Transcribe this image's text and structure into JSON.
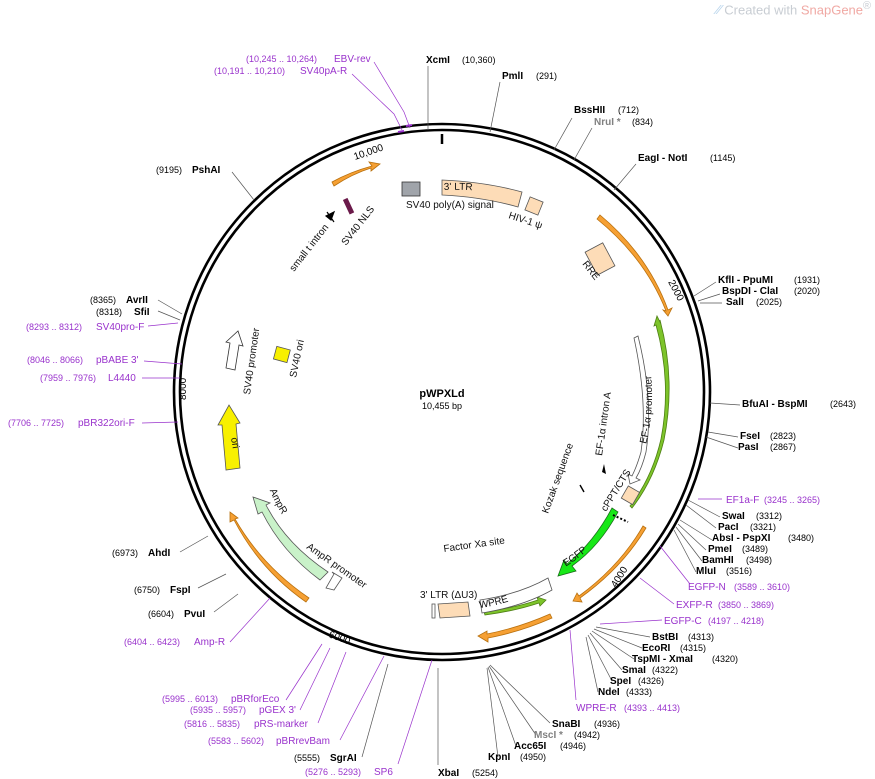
{
  "watermark": {
    "prefix": "Created with ",
    "brand": "SnapGene",
    "reg": "®"
  },
  "plasmid": {
    "name": "pWPXLd",
    "size_label": "10,455 bp",
    "length": 10455
  },
  "colors": {
    "backbone": "#000000",
    "primer": "#9932cc",
    "orange_feature": "#f6a033",
    "green_feature": "#7dc42a",
    "egfp": "#17e817",
    "ori": "#f8f000",
    "ampr": "#c9f2c9",
    "ltr": "#fddcb7",
    "site_gray": "#808080"
  },
  "ticks": [
    {
      "pos": 2000,
      "label": "2000"
    },
    {
      "pos": 4000,
      "label": "4000"
    },
    {
      "pos": 6000,
      "label": "6000"
    },
    {
      "pos": 8000,
      "label": "8000"
    },
    {
      "pos": 10000,
      "label": "10,000"
    }
  ],
  "sites": [
    {
      "name": "XcmI",
      "pos": "(10,360)",
      "gray": false
    },
    {
      "name": "PmlI",
      "pos": "(291)",
      "gray": false
    },
    {
      "name": "BssHII",
      "pos": "(712)",
      "gray": false
    },
    {
      "name": "NruI *",
      "pos": "(834)",
      "gray": true
    },
    {
      "name": "EagI - NotI",
      "pos": "(1145)",
      "gray": false
    },
    {
      "name": "KflI - PpuMI",
      "pos": "(1931)",
      "gray": false
    },
    {
      "name": "BspDI - ClaI",
      "pos": "(2020)",
      "gray": false
    },
    {
      "name": "SalI",
      "pos": "(2025)",
      "gray": false
    },
    {
      "name": "BfuAI - BspMI",
      "pos": "(2643)",
      "gray": false
    },
    {
      "name": "FseI",
      "pos": "(2823)",
      "gray": false
    },
    {
      "name": "PasI",
      "pos": "(2867)",
      "gray": false
    },
    {
      "name": "SwaI",
      "pos": "(3312)",
      "gray": false
    },
    {
      "name": "PacI",
      "pos": "(3321)",
      "gray": false
    },
    {
      "name": "AbsI - PspXI",
      "pos": "(3480)",
      "gray": false
    },
    {
      "name": "PmeI",
      "pos": "(3489)",
      "gray": false
    },
    {
      "name": "BamHI",
      "pos": "(3498)",
      "gray": false
    },
    {
      "name": "MluI",
      "pos": "(3516)",
      "gray": false
    },
    {
      "name": "BstBI",
      "pos": "(4313)",
      "gray": false
    },
    {
      "name": "EcoRI",
      "pos": "(4315)",
      "gray": false
    },
    {
      "name": "TspMI - XmaI",
      "pos": "(4320)",
      "gray": false
    },
    {
      "name": "SmaI",
      "pos": "(4322)",
      "gray": false
    },
    {
      "name": "SpeI",
      "pos": "(4326)",
      "gray": false
    },
    {
      "name": "NdeI",
      "pos": "(4333)",
      "gray": false
    },
    {
      "name": "SnaBI",
      "pos": "(4936)",
      "gray": false
    },
    {
      "name": "MscI *",
      "pos": "(4942)",
      "gray": true
    },
    {
      "name": "Acc65I",
      "pos": "(4946)",
      "gray": false
    },
    {
      "name": "KpnI",
      "pos": "(4950)",
      "gray": false
    },
    {
      "name": "XbaI",
      "pos": "(5254)",
      "gray": false
    },
    {
      "name": "SgrAI",
      "pos": "(5555)",
      "gray": false
    },
    {
      "name": "PvuI",
      "pos": "(6604)",
      "gray": false
    },
    {
      "name": "FspI",
      "pos": "(6750)",
      "gray": false
    },
    {
      "name": "AhdI",
      "pos": "(6973)",
      "gray": false
    },
    {
      "name": "SfiI",
      "pos": "(8318)",
      "gray": false
    },
    {
      "name": "AvrII",
      "pos": "(8365)",
      "gray": false
    },
    {
      "name": "PshAI",
      "pos": "(9195)",
      "gray": false
    }
  ],
  "primers": [
    {
      "name": "EBV-rev",
      "pos": "(10,245 .. 10,264)"
    },
    {
      "name": "SV40pA-R",
      "pos": "(10,191 .. 10,210)"
    },
    {
      "name": "SV40pro-F",
      "pos": "(8293 .. 8312)"
    },
    {
      "name": "pBABE 3'",
      "pos": "(8046 .. 8066)"
    },
    {
      "name": "L4440",
      "pos": "(7959 .. 7976)"
    },
    {
      "name": "pBR322ori-F",
      "pos": "(7706 .. 7725)"
    },
    {
      "name": "Amp-R",
      "pos": "(6404 .. 6423)"
    },
    {
      "name": "pBRforEco",
      "pos": "(5995 .. 6013)"
    },
    {
      "name": "pGEX 3'",
      "pos": "(5935 .. 5957)"
    },
    {
      "name": "pRS-marker",
      "pos": "(5816 .. 5835)"
    },
    {
      "name": "pBRrevBam",
      "pos": "(5583 .. 5602)"
    },
    {
      "name": "SP6",
      "pos": "(5276 .. 5293)"
    },
    {
      "name": "EF1a-F",
      "pos": "(3245 .. 3265)"
    },
    {
      "name": "EGFP-N",
      "pos": "(3589 .. 3610)"
    },
    {
      "name": "EXFP-R",
      "pos": "(3850 .. 3869)"
    },
    {
      "name": "EGFP-C",
      "pos": "(4197 .. 4218)"
    },
    {
      "name": "WPRE-R",
      "pos": "(4393 .. 4413)"
    }
  ],
  "features": [
    {
      "name": "3' LTR"
    },
    {
      "name": "SV40 poly(A) signal"
    },
    {
      "name": "HIV-1 ψ"
    },
    {
      "name": "RRE"
    },
    {
      "name": "small t intron"
    },
    {
      "name": "SV40 NLS"
    },
    {
      "name": "SV40 promoter"
    },
    {
      "name": "SV40 ori"
    },
    {
      "name": "ori"
    },
    {
      "name": "AmpR"
    },
    {
      "name": "AmpR promoter"
    },
    {
      "name": "EF-1α promoter"
    },
    {
      "name": "EF-1α intron A"
    },
    {
      "name": "Kozak sequence"
    },
    {
      "name": "cPPT/CTS"
    },
    {
      "name": "EGFP"
    },
    {
      "name": "Factor Xa site"
    },
    {
      "name": "WPRE"
    },
    {
      "name": "3' LTR (ΔU3)"
    }
  ]
}
